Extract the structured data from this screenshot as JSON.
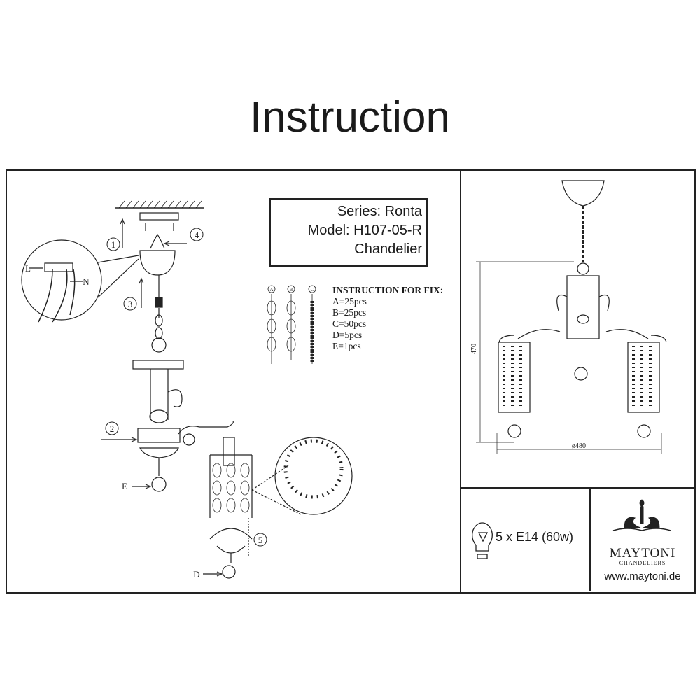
{
  "title": "Instruction",
  "info": {
    "series": "Series: Ronta",
    "model": "Model: H107-05-R",
    "type": "Chandelier"
  },
  "fix": {
    "heading": "INSTRUCTION FOR FIX:",
    "items": [
      "A=25pcs",
      "B=25pcs",
      "C=50pcs",
      "D=5pcs",
      "E=1pcs"
    ],
    "chain_labels": [
      "A",
      "B",
      "C"
    ]
  },
  "steps": [
    "1",
    "2",
    "3",
    "4",
    "5"
  ],
  "wire_labels": {
    "live": "L",
    "neutral": "N"
  },
  "part_labels": {
    "e": "E",
    "d": "D"
  },
  "dimensions": {
    "height": "470",
    "diameter": "ø480"
  },
  "lamp": {
    "icon": "bulb-icon",
    "spec": "5 x E14 (60w)"
  },
  "brand": {
    "name": "MAYTONI",
    "sub": "CHANDELIERS",
    "url": "www.maytoni.de"
  }
}
